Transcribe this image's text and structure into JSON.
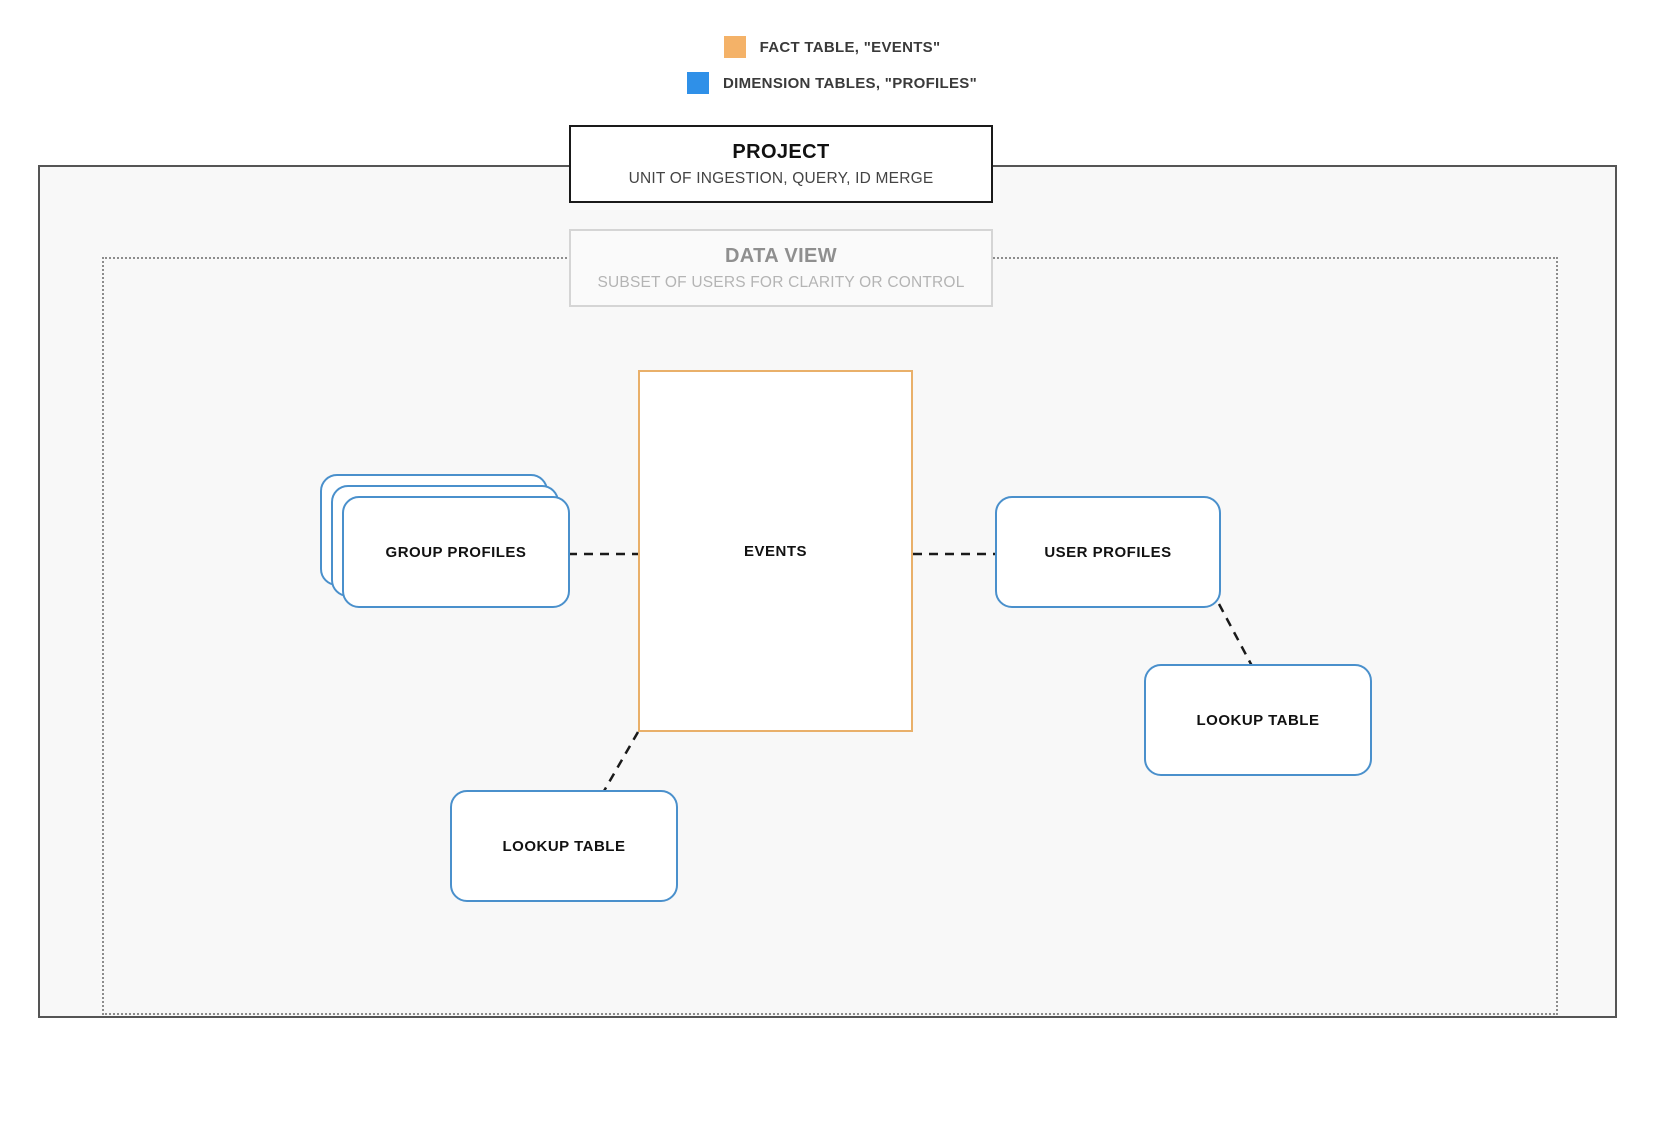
{
  "legend": {
    "items": [
      {
        "swatch_color": "#f4b268",
        "label": "FACT TABLE, \"EVENTS\"",
        "icon": "square-swatch-icon"
      },
      {
        "swatch_color": "#2f90e8",
        "label": "DIMENSION TABLES, \"PROFILES\"",
        "icon": "square-swatch-icon"
      }
    ]
  },
  "containers": {
    "project": {
      "title": "PROJECT",
      "subtitle": "UNIT OF INGESTION, QUERY, ID MERGE",
      "border_color": "#1a1a1a",
      "fill_color": "#f8f8f8"
    },
    "data_view": {
      "title": "DATA VIEW",
      "subtitle": "SUBSET OF USERS FOR CLARITY OR CONTROL",
      "border_color": "#d5d5d5",
      "title_color": "#8f8f8f",
      "subtitle_color": "#b4b4b4"
    }
  },
  "nodes": {
    "events": {
      "label": "EVENTS",
      "type": "fact-table",
      "color": "#e9b06a"
    },
    "group_profiles": {
      "label": "GROUP PROFILES",
      "type": "dimension-table-stack",
      "color": "#4a90cc",
      "stack_count": 3
    },
    "user_profiles": {
      "label": "USER PROFILES",
      "type": "dimension-table",
      "color": "#4a90cc"
    },
    "lookup_table_left": {
      "label": "LOOKUP TABLE",
      "type": "dimension-table",
      "color": "#4a90cc"
    },
    "lookup_table_right": {
      "label": "LOOKUP TABLE",
      "type": "dimension-table",
      "color": "#4a90cc"
    }
  },
  "connectors": {
    "style": "dashed",
    "color": "#1a1a1a",
    "edges": [
      {
        "from": "group_profiles",
        "to": "events"
      },
      {
        "from": "events",
        "to": "user_profiles"
      },
      {
        "from": "events",
        "to": "lookup_table_left"
      },
      {
        "from": "user_profiles",
        "to": "lookup_table_right"
      }
    ]
  }
}
